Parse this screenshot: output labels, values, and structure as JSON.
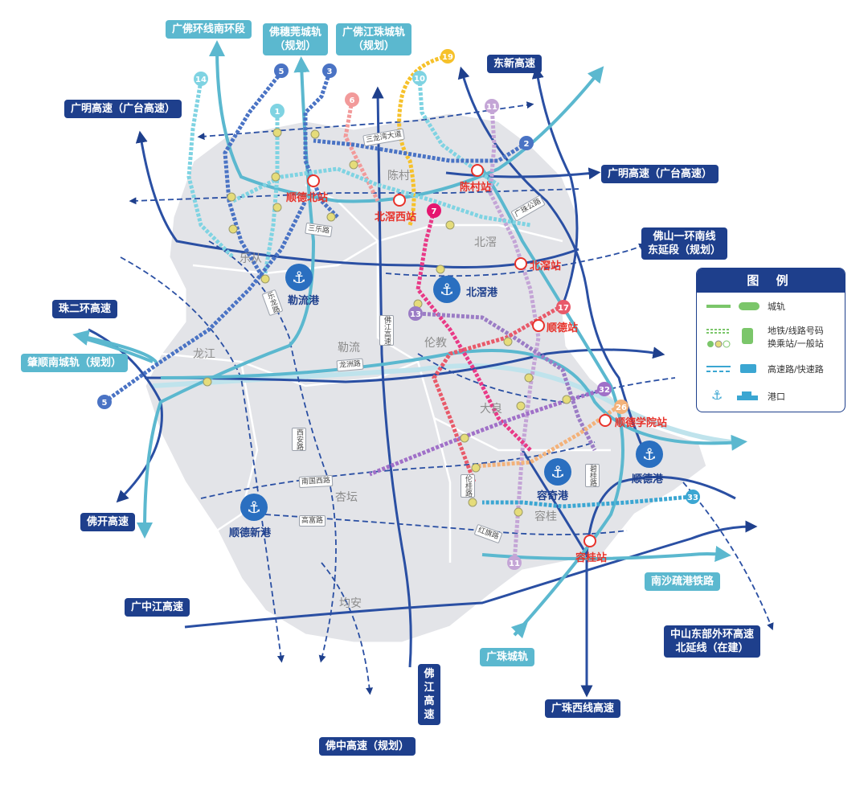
{
  "highways": [
    "广佛环线南环段",
    "佛穗莞城轨（规划）",
    "广佛江珠城轨（规划）",
    "东新高速",
    "广明高速（广台高速）",
    "广明高速（广台高速）",
    "佛山一环南线东延段（规划）",
    "珠二环高速",
    "肇顺南城轨（规划）",
    "佛开高速",
    "广中江高速",
    "佛江高速",
    "佛中高速（规划）",
    "广珠城轨",
    "广珠西线高速",
    "南沙疏港铁路",
    "中山东部外环高速北延线（在建）"
  ],
  "labels": {
    "gf_south_ring": "广佛环线南环段",
    "fsg_l1": "佛穗莞城轨",
    "fsg_l2": "（规划）",
    "gfjz_l1": "广佛江珠城轨",
    "gfjz_l2": "（规划）",
    "dongxin": "东新高速",
    "guangming_left": "广明高速（广台高速）",
    "guangming_right": "广明高速（广台高速）",
    "fs_ring_l1": "佛山一环南线",
    "fs_ring_l2": "东延段（规划）",
    "zhu_ring2": "珠二环高速",
    "zhaoshun": "肇顺南城轨（规划）",
    "fokai": "佛开高速",
    "guangzhongjiang": "广中江高速",
    "fojiang_l1": "佛",
    "fojiang_l2": "江",
    "fojiang_l3": "高",
    "fojiang_l4": "速",
    "fozhong": "佛中高速（规划）",
    "guangzhu_rail": "广珠城轨",
    "guangzhu_west": "广珠西线高速",
    "nansha": "南沙疏港铁路",
    "zs_east_l1": "中山东部外环高速",
    "zs_east_l2": "北延线（在建）"
  },
  "stations": {
    "shunde_north": "顺德北站",
    "beijiao_west": "北滘西站",
    "chencun": "陈村站",
    "beijiao": "北滘站",
    "shunde": "顺德站",
    "shunde_college": "顺德学院站",
    "ronggui": "容桂站"
  },
  "ports": {
    "leliu": "勒流港",
    "beijiao": "北滘港",
    "rongqi": "容奇港",
    "shunde": "顺德港",
    "shunde_new": "顺德新港"
  },
  "towns": {
    "chencun": "陈村",
    "beijiao": "北滘",
    "lecong": "乐从",
    "longjiang": "龙江",
    "leliu": "勒流",
    "lunjiao": "伦教",
    "daliang": "大良",
    "xingtan": "杏坛",
    "ronggui": "容桂",
    "junan": "均安"
  },
  "roads": {
    "sanlongwan": "三龙湾大道",
    "guangzhu": "广珠公路",
    "sanle": "三乐路",
    "lelong": "乐龙路",
    "longzhou": "龙洲路",
    "fojiang": "佛江高速",
    "xian": "西安路",
    "nanguo_west": "南国西路",
    "gaofu": "高富路",
    "lungui": "伦桂路",
    "hongqi": "红旗路",
    "binggui": "碧桂路"
  },
  "line_numbers": [
    "14",
    "5",
    "3",
    "1",
    "6",
    "10",
    "19",
    "11",
    "2",
    "7",
    "13",
    "17",
    "32",
    "26",
    "33",
    "11",
    "5"
  ],
  "legend": {
    "title": "图 例",
    "intercity": "城轨",
    "metro_l1": "地铁/线路号码",
    "metro_l2": "换乘站/一般站",
    "expressway": "高速路/快速路",
    "port": "港口"
  },
  "colors": {
    "dark_blue": "#1e3f8c",
    "teal": "#5bb8cf",
    "station_red": "#e8322a",
    "district": "#e3e4e8"
  }
}
